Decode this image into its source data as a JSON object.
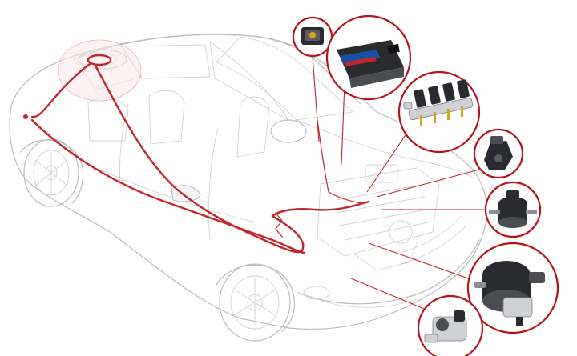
{
  "diagram": {
    "subject": "car-lpg-conversion-kit",
    "vehicle": "sedan-outline",
    "accent_color": "#c0272d",
    "ring_color": "#b5121b",
    "components": [
      {
        "key": "fuel-level-sensor",
        "icon": "sensor-plug-icon"
      },
      {
        "key": "ecu-controller",
        "icon": "controller-box-icon"
      },
      {
        "key": "injector-rail",
        "icon": "injector-rail-icon"
      },
      {
        "key": "map-sensor",
        "icon": "map-sensor-icon"
      },
      {
        "key": "gas-filter",
        "icon": "filter-icon"
      },
      {
        "key": "reducer-vaporizer",
        "icon": "reducer-icon"
      },
      {
        "key": "multivalve",
        "icon": "valve-icon"
      }
    ]
  }
}
